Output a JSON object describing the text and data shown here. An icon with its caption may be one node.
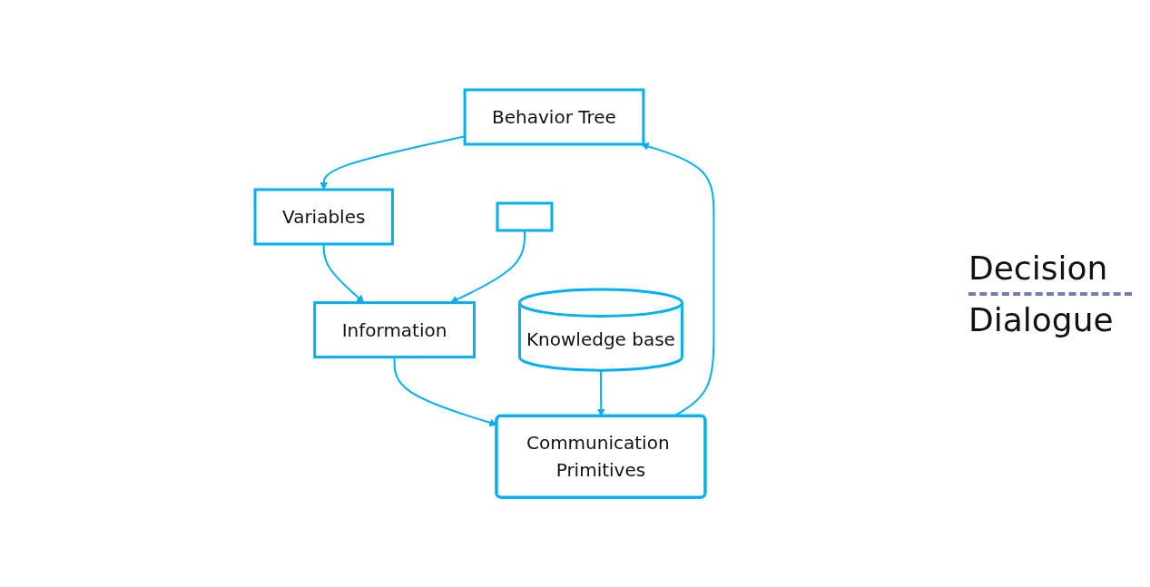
{
  "diagram": {
    "nodes": [
      {
        "text": [
          "Behavior Tree"
        ]
      },
      {
        "text": [
          "Communication Primitives"
        ]
      },
      {
        "text": [
          "Information"
        ]
      },
      {
        "text": [
          "Variables"
        ]
      },
      {
        "text": [
          "Knowledge base"
        ]
      },
      {
        "text": [],
        "shape": "box"
      }
    ],
    "edges": [
      {
        "from": 1,
        "to": 0,
        "arrow": "to"
      },
      {
        "from": 0,
        "to": 3,
        "arrow": "to"
      },
      {
        "from": 3,
        "to": 2,
        "arrow": "to"
      },
      {
        "from": 2,
        "to": 1,
        "arrow": "to"
      },
      {
        "from": 4,
        "to": 1,
        "arrow": "to"
      },
      {
        "from": 5,
        "to": 2,
        "arrow": "to"
      }
    ],
    "labels": [
      "Decision",
      "Dialogue"
    ]
  }
}
